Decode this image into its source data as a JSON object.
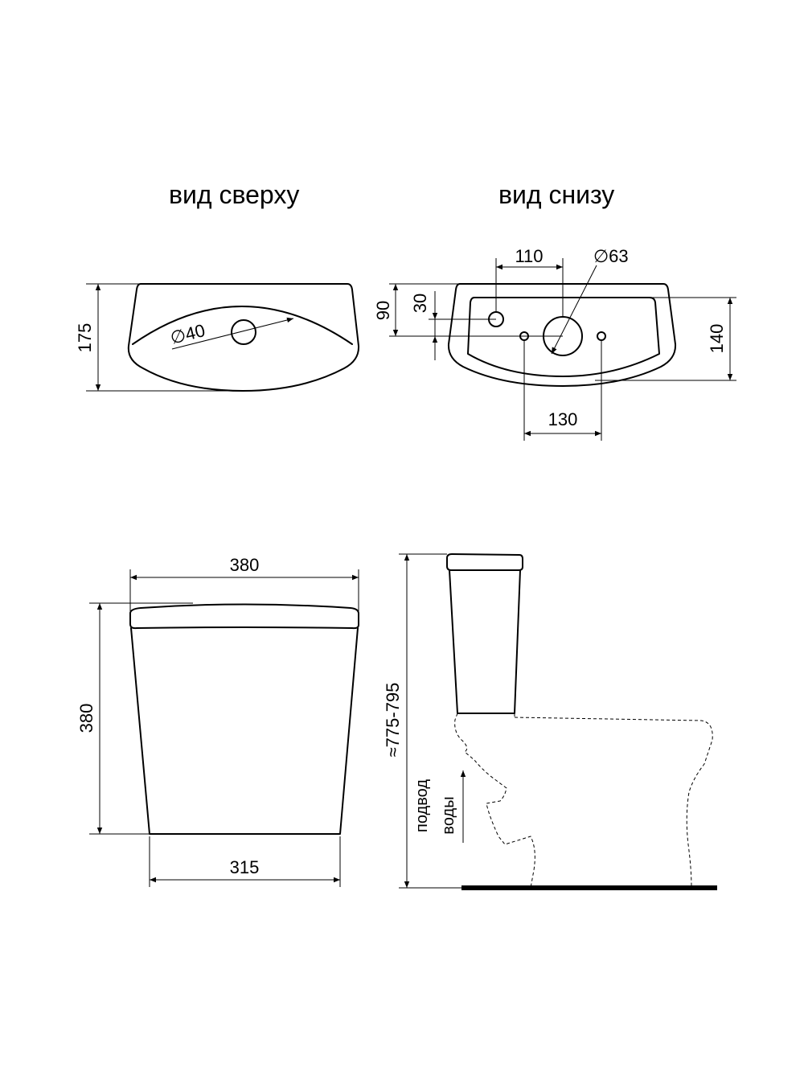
{
  "views": {
    "top_title": "вид сверху",
    "bottom_title": "вид снизу"
  },
  "dimensions": {
    "top_depth": "175",
    "top_hole_diameter": "∅40",
    "bottom_spacing_top": "110",
    "bottom_hole_diameter": "∅63",
    "bottom_offset_90": "90",
    "bottom_offset_30": "30",
    "bottom_depth": "140",
    "bottom_bolt_spacing": "130",
    "front_top_width": "380",
    "front_height": "380",
    "front_bottom_width": "315",
    "side_total_height": "≈775-795"
  },
  "labels": {
    "water_supply_line1": "подвод",
    "water_supply_line2": "воды"
  }
}
